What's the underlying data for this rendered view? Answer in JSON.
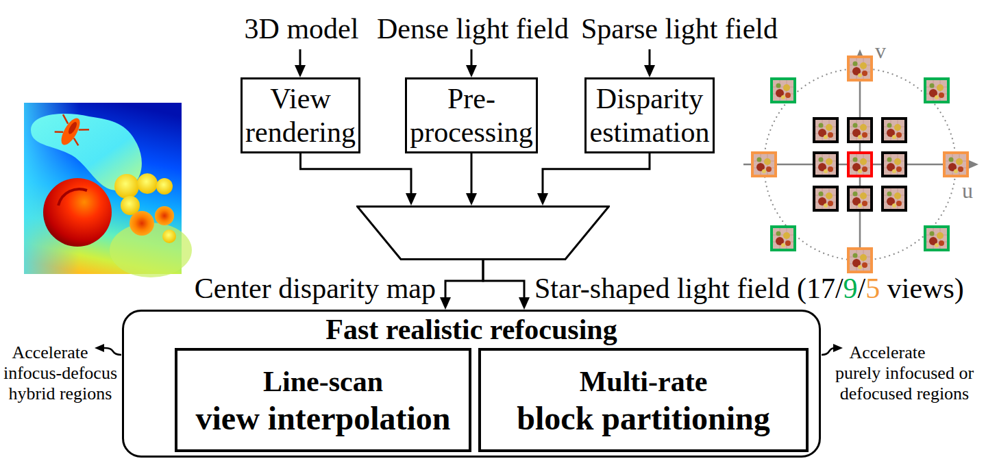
{
  "diagram": {
    "nodes": [
      {
        "text": [
          "View rendering"
        ]
      },
      {
        "text": [
          "Pre-processing"
        ]
      },
      {
        "text": [
          "Disparity estimation"
        ]
      },
      {
        "text": []
      },
      {
        "text": [
          "Fast realistic refocusing"
        ]
      },
      {
        "text": [
          "Line-scan view interpolation"
        ],
        "in": 4
      },
      {
        "text": [
          "Multi-rate block partitioning"
        ],
        "in": 4
      }
    ],
    "edges": [
      {
        "from": 0,
        "to": 3,
        "arrow": "to"
      },
      {
        "from": 1,
        "to": 3,
        "arrow": "to"
      },
      {
        "from": 2,
        "to": 3,
        "arrow": "to"
      },
      {
        "from": 3,
        "to": 4,
        "label": "Center disparity map",
        "arrow": "to"
      },
      {
        "from": 3,
        "to": 4,
        "label": "Star-shaped light field (17/9/5 views)",
        "arrow": "to"
      }
    ],
    "labels": [
      "3D model",
      "Dense light field",
      "Sparse light field",
      "v",
      "u",
      "Accelerate infocus-defocus hybrid regions",
      "Accelerate purely infocused or defocused regions"
    ]
  }
}
